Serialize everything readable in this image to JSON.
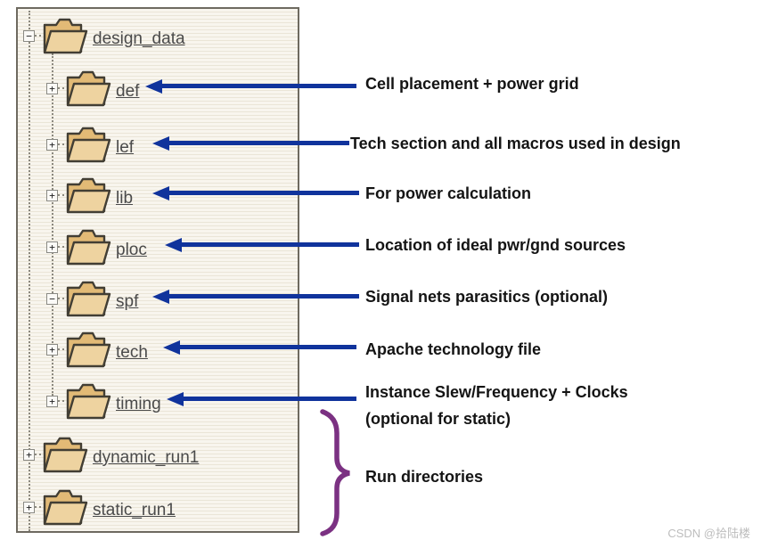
{
  "colors": {
    "arrow": "#10339c",
    "brace": "#7b3182",
    "note_text": "#141414",
    "tree_label": "#4a4a4a",
    "panel_border": "#6e6a60"
  },
  "tree": {
    "items": [
      {
        "label": "design_data",
        "toggle": "−"
      },
      {
        "label": "def",
        "toggle": "+"
      },
      {
        "label": "lef",
        "toggle": "+"
      },
      {
        "label": "lib",
        "toggle": "+"
      },
      {
        "label": "ploc",
        "toggle": "+"
      },
      {
        "label": "spf",
        "toggle": "−"
      },
      {
        "label": "tech",
        "toggle": "+"
      },
      {
        "label": "timing",
        "toggle": "+"
      },
      {
        "label": "dynamic_run1",
        "toggle": "+"
      },
      {
        "label": "static_run1",
        "toggle": "+"
      }
    ]
  },
  "annotations": [
    {
      "text": "Cell placement + power grid"
    },
    {
      "text": "Tech section and all macros used in design"
    },
    {
      "text": "For power calculation"
    },
    {
      "text": "Location of ideal pwr/gnd sources"
    },
    {
      "text": "Signal nets parasitics (optional)"
    },
    {
      "text": "Apache technology file"
    },
    {
      "line1": "Instance Slew/Frequency + Clocks",
      "line2": "(optional for static)"
    },
    {
      "text": "Run directories"
    }
  ],
  "watermark": "CSDN @拾陆楼"
}
